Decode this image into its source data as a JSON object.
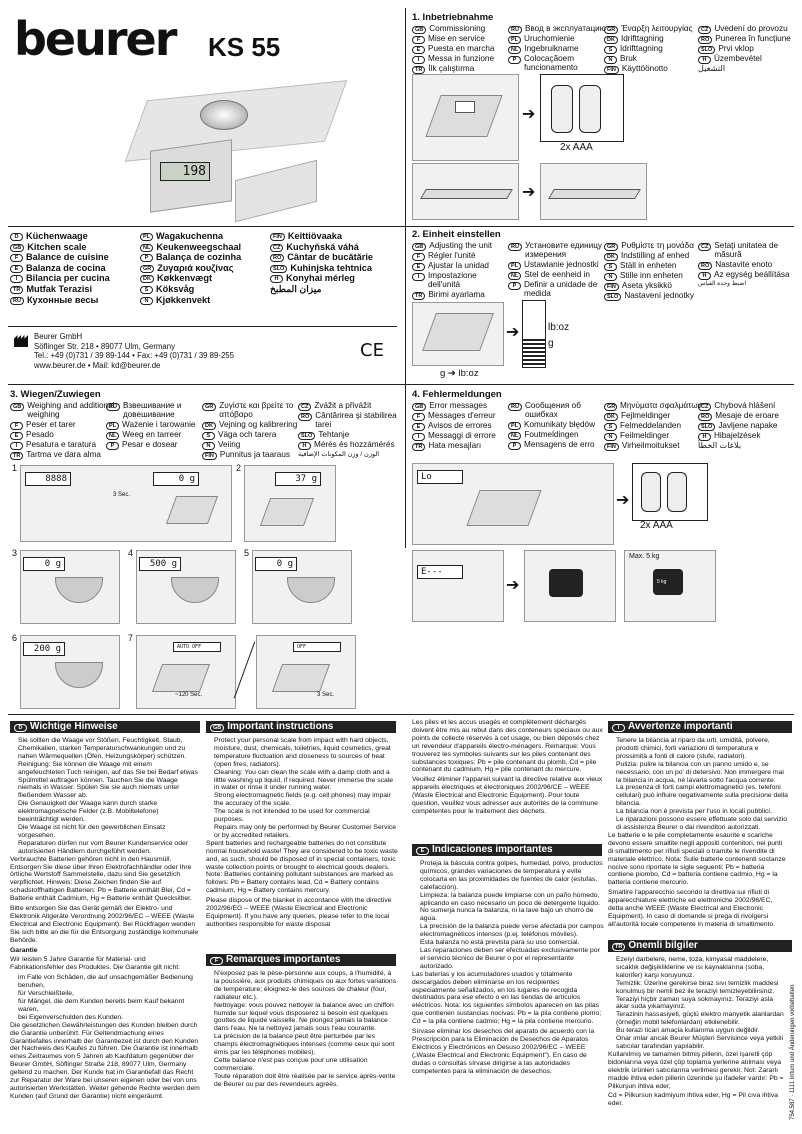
{
  "brand": "beurer",
  "model": "KS 55",
  "scale_display": "198",
  "product_names": [
    {
      "code": "D",
      "text": "Küchenwaage"
    },
    {
      "code": "GB",
      "text": "Kitchen scale"
    },
    {
      "code": "F",
      "text": "Balance de cuisine"
    },
    {
      "code": "E",
      "text": "Balanza de cocina"
    },
    {
      "code": "I",
      "text": "Bilancia per cucina"
    },
    {
      "code": "TR",
      "text": "Mutfak Terazisi"
    },
    {
      "code": "RU",
      "text": "Кухонные весы"
    },
    {
      "code": "PL",
      "text": "Wagakuchenna"
    },
    {
      "code": "NL",
      "text": "Keukenweegschaal"
    },
    {
      "code": "P",
      "text": "Balança de cozinha"
    },
    {
      "code": "GR",
      "text": "Ζυγαριά κουζίνας"
    },
    {
      "code": "DK",
      "text": "Køkkenvægt"
    },
    {
      "code": "S",
      "text": "Köksvåg"
    },
    {
      "code": "N",
      "text": "Kjøkkenvekt"
    },
    {
      "code": "FIN",
      "text": "Keittiövaaka"
    },
    {
      "code": "CZ",
      "text": "Kuchyňská váhá"
    },
    {
      "code": "RO",
      "text": "Cântar de bucătărie"
    },
    {
      "code": "SLO",
      "text": "Kuhinjska tehtnica"
    },
    {
      "code": "H",
      "text": "Konyhai mérleg"
    },
    {
      "code": "",
      "text": "ميزان المطبخ"
    }
  ],
  "address": {
    "line1": "Beurer GmbH",
    "line2": "Söflinger Str. 218  •  89077 Ulm, Germany",
    "line3": "Tel.: +49 (0)731 / 39 89-144  •  Fax: +49 (0)731 / 39 89-255",
    "line4": "www.beurer.de  •  Mail: kd@beurer.de",
    "ce": "CE"
  },
  "sec1": {
    "title": "1. Inbetriebnahme",
    "items": [
      {
        "code": "GB",
        "text": "Commissioning"
      },
      {
        "code": "F",
        "text": "Mise en service"
      },
      {
        "code": "E",
        "text": "Puesta en marcha"
      },
      {
        "code": "I",
        "text": "Messa in funzione"
      },
      {
        "code": "TR",
        "text": "İlk çalıştırma"
      },
      {
        "code": "RU",
        "text": "Ввод в эксплуатацию"
      },
      {
        "code": "PL",
        "text": "Uruchomienie"
      },
      {
        "code": "NL",
        "text": "Ingebruikname"
      },
      {
        "code": "P",
        "text": "Colocaçãoem funcionamento"
      },
      {
        "code": "GR",
        "text": "Έναρξη λειτουργίας"
      },
      {
        "code": "DK",
        "text": "Idrifttagning"
      },
      {
        "code": "S",
        "text": "Idrifttagning"
      },
      {
        "code": "N",
        "text": "Bruk"
      },
      {
        "code": "FIN",
        "text": "Käyttöönotto"
      },
      {
        "code": "CZ",
        "text": "Uvedení do provozu"
      },
      {
        "code": "RO",
        "text": "Punerea în funcţiune"
      },
      {
        "code": "SLO",
        "text": "Prvi vklop"
      },
      {
        "code": "H",
        "text": "Üzembevétel"
      },
      {
        "code": "",
        "text": "التشغيل"
      }
    ],
    "battery_label": "2x AAA"
  },
  "sec2": {
    "title": "2. Einheit einstellen",
    "items": [
      {
        "code": "GB",
        "text": "Adjusting the unit"
      },
      {
        "code": "F",
        "text": "Régler l'unité"
      },
      {
        "code": "E",
        "text": "Ajustar la unidad"
      },
      {
        "code": "I",
        "text": "Impostazione dell'unità"
      },
      {
        "code": "TR",
        "text": "Birimi ayarlama"
      },
      {
        "code": "RU",
        "text": "Установите единицу измерения"
      },
      {
        "code": "PL",
        "text": "Ustawianie jednostki"
      },
      {
        "code": "NL",
        "text": "Stel de eenheid in"
      },
      {
        "code": "P",
        "text": "Definir a unidade de medida"
      },
      {
        "code": "GR",
        "text": "Ρυθμίστε τη μονάδα"
      },
      {
        "code": "DK",
        "text": "Indstilling af enhed"
      },
      {
        "code": "S",
        "text": "Ställ in enheten"
      },
      {
        "code": "N",
        "text": "Stille inn enheten"
      },
      {
        "code": "FIN",
        "text": "Aseta yksikkö"
      },
      {
        "code": "SLO",
        "text": "Nastavení jednotky"
      },
      {
        "code": "CZ",
        "text": "Setaţi unitatea de măsură"
      },
      {
        "code": "RO",
        "text": "Nastavite enoto"
      },
      {
        "code": "H",
        "text": "Az egység beállítása"
      },
      {
        "code": "",
        "text": "اضبط وحدة القياس"
      }
    ],
    "unit1": "lb:oz",
    "unit2": "g",
    "caption": "g ➔ lb:oz"
  },
  "sec3": {
    "title": "3. Wiegen/Zuwiegen",
    "items": [
      {
        "code": "GB",
        "text": "Weighing and additional weighing"
      },
      {
        "code": "F",
        "text": "Peser et tarer"
      },
      {
        "code": "E",
        "text": "Pesado"
      },
      {
        "code": "I",
        "text": "Pesatura e taratura"
      },
      {
        "code": "TR",
        "text": "Tartma ve dara alma"
      },
      {
        "code": "RU",
        "text": "Взвешивание и довешивание"
      },
      {
        "code": "PL",
        "text": "Ważenie i tarowanie"
      },
      {
        "code": "NL",
        "text": "Weeg en tarreer"
      },
      {
        "code": "P",
        "text": "Pesar e dosear"
      },
      {
        "code": "GR",
        "text": "Ζυγίστε και βρείτε το απόβαρο"
      },
      {
        "code": "DK",
        "text": "Vejning og kalibrering"
      },
      {
        "code": "S",
        "text": "Väga och tarera"
      },
      {
        "code": "N",
        "text": "Veiing"
      },
      {
        "code": "FIN",
        "text": "Punnitus ja taaraus"
      },
      {
        "code": "CZ",
        "text": "Zvážit a přivážit"
      },
      {
        "code": "RO",
        "text": "Cântărirea şi stabilirea tarei"
      },
      {
        "code": "SLO",
        "text": "Tehtanje"
      },
      {
        "code": "H",
        "text": "Mérés és hozzámérés"
      },
      {
        "code": "",
        "text": "الوزن / وزن المكونات الإضافية"
      }
    ],
    "steps": [
      {
        "n": "1",
        "lcd": "8888",
        "lcd2": "0 g",
        "note": "3 Sec."
      },
      {
        "n": "2",
        "lcd": "37 g"
      },
      {
        "n": "3",
        "lcd": "0 g"
      },
      {
        "n": "4",
        "lcd": "500 g"
      },
      {
        "n": "5",
        "lcd": "0 g"
      },
      {
        "n": "6",
        "lcd": "200 g"
      },
      {
        "n": "7",
        "lcd": "AUTO OFF",
        "lcd2": "OFF",
        "note": "~120 Sec.",
        "note2": "3 Sec."
      }
    ]
  },
  "sec4": {
    "title": "4. Fehlermeldungen",
    "items": [
      {
        "code": "GB",
        "text": "Error messages"
      },
      {
        "code": "F",
        "text": "Messages d'erreur"
      },
      {
        "code": "E",
        "text": "Avisos de errores"
      },
      {
        "code": "I",
        "text": "Messaggi di errore"
      },
      {
        "code": "TR",
        "text": "Hata mesajları"
      },
      {
        "code": "RU",
        "text": "Сообщения об ошибках"
      },
      {
        "code": "PL",
        "text": "Komunikaty błędów"
      },
      {
        "code": "NL",
        "text": "Foutmeldingen"
      },
      {
        "code": "P",
        "text": "Mensagens de erro"
      },
      {
        "code": "GR",
        "text": "Μηνύματα σφαλμάτων"
      },
      {
        "code": "DK",
        "text": "Fejlmeldinger"
      },
      {
        "code": "S",
        "text": "Felmeddelanden"
      },
      {
        "code": "N",
        "text": "Feilmeldinger"
      },
      {
        "code": "FIN",
        "text": "Virheilmoitukset"
      },
      {
        "code": "CZ",
        "text": "Chybová hlášení"
      },
      {
        "code": "RO",
        "text": "Mesaje de eroare"
      },
      {
        "code": "SLO",
        "text": "Javljene napake"
      },
      {
        "code": "H",
        "text": "Hibajelzések"
      },
      {
        "code": "",
        "text": "بلاغات الخطأ"
      }
    ],
    "lo": "Lo",
    "err": "E---",
    "max": "Max. 5 kg",
    "weight": "5 kg",
    "battery_label": "2x AAA"
  },
  "notes": {
    "de_title": "Wichtige Hinweise",
    "gb_title": "Important instructions",
    "f_title": "Remarques importantes",
    "e_title": "Indicaciones importantes",
    "i_title": "Avvertenze importanti",
    "tr_title": "Önemli bilgiler",
    "de_bullets": [
      "Sie sollten die Waage vor Stößen, Feuchtigkeit, Staub, Chemikalien, starken Temperaturschwankungen und zu nahen Wärmequellen (Öfen, Heizungskörper) schützen.",
      "Reinigung: Sie können die Waage mit einem angefeuchteten Tuch reinigen, auf das Sie bei Bedarf etwas Spülmittel auftragen können. Tauchen Sie die Waage niemals in Wasser. Spülen Sie sie auch niemals unter fließendem Wasser ab.",
      "Die Genauigkeit der Waage kann durch starke elektromagnetische Felder (z.B. Mobiltelefone) beeinträchtigt werden.",
      "Die Waage ist nicht für den gewerblichen Einsatz vorgesehen.",
      "Reparaturen dürfen nur vom Beurer Kundenservice oder autorisierten Händlern durchgeführt werden."
    ],
    "de_p1": "Verbrauchte Batterien gehören nicht in den Hausmüll. Entsorgen Sie diese über Ihren Elektrofachhändler oder Ihre örtliche Wertstoff Sammelstelle, dazu sind Sie gesetzlich verpflichtet. Hinweis: Diese Zeichen finden Sie auf schadstoffhaltigen Batterien: Pb = Batterie enthält Blei, Cd = Batterie enthält Cadmium, Hg = Batterie enthält Quecksilber.",
    "de_p2": "Bitte entsorgen Sie das Gerät gemäß der Elektro- und Elektronik Altgeräte Verordnung 2002/96/EC – WEEE (Waste Electrical and Electronic Equipment). Bei Rückfragen wenden Sie sich bitte an die für die Entsorgung zuständige kommunale Behörde.",
    "de_g_title": "Garantie",
    "de_p3": "Wir leisten 5 Jahre Garantie für Material- und Fabrikationsfehler des Produktes. Die Garantie gilt nicht:",
    "de_g_bullets": [
      "im Falle von Schäden, die auf unsachgemäßer Bedienung beruhen,",
      "für Verschleißteile,",
      "für Mängel, die dem Kunden bereits beim Kauf bekannt waren,",
      "bei Eigenverschulden des Kunden."
    ],
    "de_p4": "Die gesetzlichen Gewährleistungen des Kunden bleiben durch die Garantie unberührt. Für Geltendmachung eines Garantiefalles innerhalb der Garantiezeit ist durch den Kunden der Nachweis des Kaufes zu führen. Die Garantie ist innerhalb eines Zeitraumes von 5 Jahren ab Kaufdatum gegenüber der Beurer GmbH, Söflinger Straße 218, 89077 Ulm, Germany geltend zu machen. Der Kunde hat im Garantiefall das Recht zur Reparatur der Ware bei unseren eigenen oder bei von uns autorisierten Werkstätten. Weiter gehende Rechte werden dem Kunden (auf Grund der Garantie) nicht eingeräumt.",
    "gb_bullets": [
      "Protect your personal scale from impact with hard objects, moisture, dust, chemicals, toiletries, liquid cosmetics, great temperature fluctuation and closeness to sources of heat (open fires, radiators).",
      "Cleaning: You can clean the scale with a damp cloth and a little washing up liquid, if required. Never immerse the scale in water or rinse it under running water.",
      "Strong electromagnetic fields (e.g. cell phones) may impair the accuracy of the scale.",
      "The scale is not intended to be used for commercial purposes.",
      "Repairs may only be performed by Beurer Customer Service or by accredited retailers."
    ],
    "gb_p1": "Spent batteries and rechargeable batteries do not constitute normal household waste! They are considered to be toxic waste and, as such, should be disposed of in special containers, toxic waste collection points or brought to electrical goods dealers. Note: Batteries containing pollutant substances are marked as follows: Pb = Battery contains lead, Cd = Battery contains cadmium, Hg = Battery contains mercury.",
    "gb_p2": "Please dispose of the blanket in accordance with the directive 2002/96/EG – WEEE (Waste Electrical and Electronic Equipment). If you have any queries, please refer to the local authorities responsible for waste disposal",
    "f_bullets": [
      "N'exposez pas le pèse-personne aux coups, à l'humidité, à la poussière, aux produits chimiques ou aux fortes variations de température; éloignez-le des sources de chaleur (four, radiateur etc.).",
      "Nettoyage: vous pouvez nettoyer la balance avec un chiffon humide sur lequel vous disposerez si besoin est quelques gouttes de liquide vaisselle. Ne plongez jamais la balance dans l'eau. Ne la nettoyez jamais sous l'eau courante.",
      "La précision de la balance peut être perturbée par les champs électromagnétiques intenses (comme ceux qui sont émis par les téléphones mobiles).",
      "Cette balance n'est pas conçue pour une utilisation commerciale.",
      "Toute réparation doit être réalisée par le service après-vente de Beurer ou par des revendeurs agréés."
    ],
    "f_p1": "Les piles et les accus usagés et complètement déchargés doivent être mis au rebut dans des conteneurs spéciaux ou aux points de collecte réservés à cet usage, ou bien déposés chez un revendeur d'appareils électro-ménagers. Remarque: Vous trouverez les symboles suivants sur les piles contenant des substances toxiques: Pb = pile contenant du plomb, Cd = pile contenant du cadmium, Hg = pile contenant du mercure.",
    "f_p2": "Veuillez éliminer l'appareil suivant la directive relative aux vieux appareils électriques et électroniques 2002/96/CE – WEEE (Waste Electrical and Electronic Equipment). Pour toute question, veuillez vous adresser aux autorités de la commune compétentes pour le traitement des déchets.",
    "e_bullets": [
      "Proteja la báscula contra golpes, humedad, polvo, productos químicos, grandes variaciones de temperatura y evite colocarla en las proximidades de fuentes de calor (estufas, calefacción).",
      "Limpieza: la balanza puede limpiarse con un paño húmedo, aplicando en caso necesario un poco de detergente líquido. No sumerja nunca la balanza, ni la lave bajo un chorro de agua.",
      "La precisión de la balanza puede verse afectada por campos electromagnéticos intensos (p.ej. teléfonos móviles).",
      "Esta balanza no está prevista para su uso comercial.",
      "Las reparaciones deben ser efectuadas exclusivamente por el servicio técnico de Beurer o por el representante autorizado."
    ],
    "e_p1": "Las baterías y los acumuladores usados y totalmente descargados deben eliminarse en los recipientes especialmente señalizados, en los lugares de recogida destinados para ese efecto o en las tiendas de artículos eléctricos. Nota: los siguientes símbolos aparecen en las pilas que contienen sustancias nocivas: Pb = la pila contiene plomo; Cd = la pila contiene cadmio; Hg = la pila contiene mercurio.",
    "e_p2": "Sírvase eliminar los desechos del aparato de acuerdo con la Prescripción para la Eliminación de Desechos de Aparatos Eléctricos y Electrónicos en Desuso 2002/96/EC – WEEE („Waste Electrical and Electronic Equipment\"). En caso de dudas o consultas sírvase dirigirse a las autoridades competentes para la eliminación de desechos.",
    "i_bullets": [
      "Tenere la bilancia al riparo da urti, umidità, polvere, prodotti chimici, forti variazioni di temperatura e prossimità a fonti di calore (stufe, radiatori).",
      "Pulizia: pulire la bilancia con un panno umido e, se necessario, con un po' di detersivo. Non immergere mai la bilancia in acqua, né lavarla sotto l'acqua corrente.",
      "La presenza di forti campi elettromagnetici (es. telefoni cellulari) può influire negativamente sulla precisione della bilancia.",
      "La bilancia non è prevista per l'uso in locali pubblici.",
      "Le riparazioni possono essere effettuate solo dal servizio di assistenza Beurer o dai rivenditori autorizzati."
    ],
    "i_p1": "Le batterie e le pile completamente esaurite e scariche devono essere smaltite negli appositi contenitori, nei punti di smaltimento per rifiuti speciali o tramite le rivendite di materiale elettrico. Nota: Sulle batterie contenenti sostanze nocive sono riportate le sigle seguenti: Pb = batteria contiene piombo, Cd = batteria contiene cadmio, Hg = la batteria contiene mercurio.",
    "i_p2": "Smaltire l'apparecchio secondo la direttiva sui rifiuti di apparecchiature elettriche ed elettroniche 2002/96/EC, detta anche WEEE (Waste Electrical and Electronic Equipment). In caso di domande si prega di rivolgersi all'autorità locale competente in materia di smaltimento.",
    "tr_bullets": [
      "Ezeiyi darbelere, neme, toza, kimyasal maddelere, sıcaklık değişikliklerine ve ısı kaynaklarına (soba, kalorifer) karşı koruyunuz.",
      "Temizlik: Üzerine gerekirse biraz sıvı temizlik maddesi konulmuş bir nemli bez ile teraziyi temizleyebilirsiniz. Teraziyi hiçbir zaman suya sokmayınız. Teraziyi asla akar suda yıkamayınız.",
      "Terazinin hassasiyeti, güçlü elektro manyetik alanlardan (örneğin mobil telefonlardan) etkilenebilir.",
      "Bu terazi ticari amaçla kullanıma uygun değildir.",
      "Onar ımlar ancak Beurer Müşteri Servisince veya yetkili satıcılar tarafından yapılabilir."
    ],
    "tr_p1": "Kullanılmış ve tamamen bitmiş pillerin, özel işaretli çöp bidonlarına veya özel çöp toplama yerlerine atılması veya elektrik ürünleri satıcılarına verilmesi gerekir. Not: Zararlı madde ihtiva eden pillerin üzerinde şu ifadeler vardır: Pb = Pilkurşun ihtiva eder,",
    "tr_p2": "Cd = Pilkursun kadmiyum ihtiva eder, Hg = Pil cıva ihtiva eder.",
    "side_code": "754.587 · 1111   Irrtum und Änderungen vorbehalten"
  }
}
